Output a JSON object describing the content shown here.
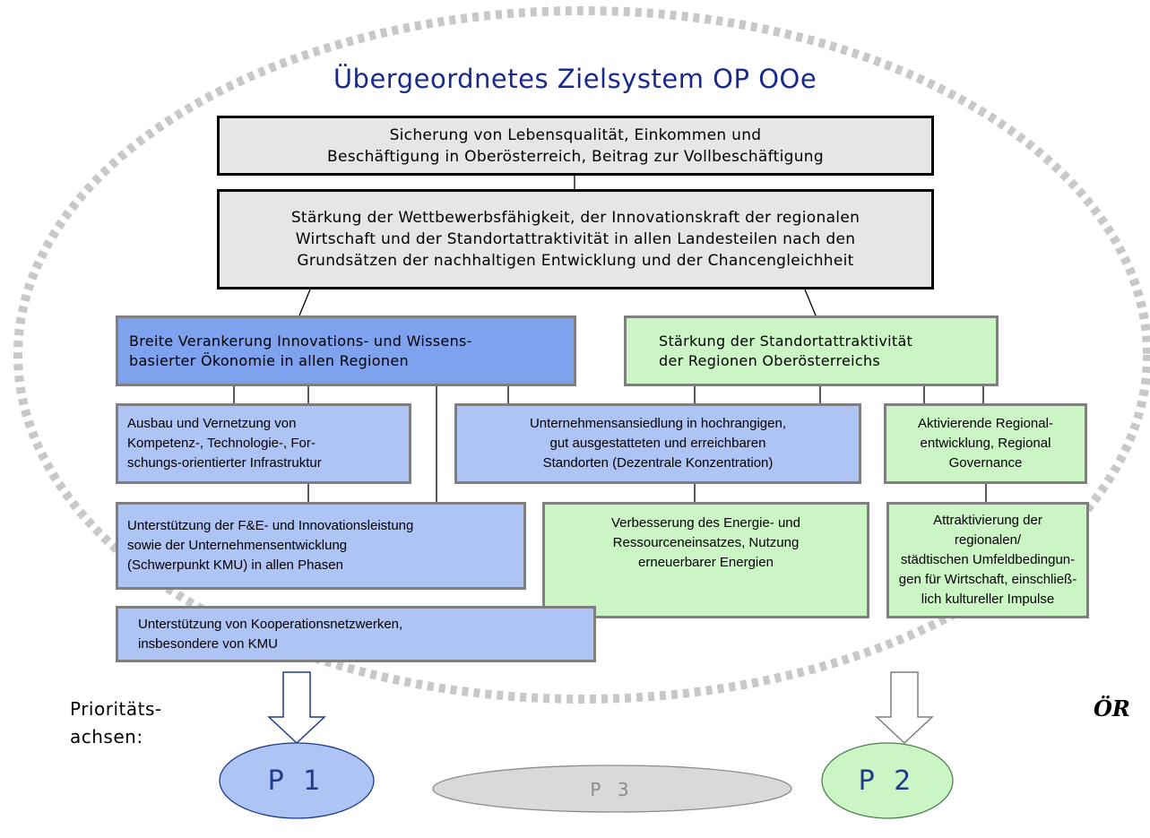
{
  "title": "Übergeordnetes Zielsystem OP OOe",
  "goal_top": "Sicherung von Lebensqualität, Einkommen und\nBeschäftigung in Oberösterreich, Beitrag zur Vollbeschäftigung",
  "goal_main": "Stärkung der Wettbewerbsfähigkeit, der Innovationskraft der regionalen\nWirtschaft und der Standortattraktivität in allen Landesteilen nach den\nGrundsätzen der nachhaltigen Entwicklung und der Chancengleichheit",
  "objective_innovation": "Breite Verankerung Innovations- und Wissens-\nbasierter Ökonomie in allen Regionen",
  "objective_location": "Stärkung der Standortattraktivität\nder Regionen Oberösterreichs",
  "measures": {
    "infrastructure": "Ausbau und Vernetzung von\nKompetenz-, Technologie-, For-\nschungs-orientierter Infrastruktur",
    "settlement": "Unternehmensansiedlung in hochrangigen,\ngut ausgestatteten und erreichbaren\nStandorten (Dezentrale Konzentration)",
    "regional_dev": "Aktivierende Regional-\nentwicklung, Regional\nGovernance",
    "rnd_support": "Unterstützung der F&E- und Innovationsleistung\nsowie der Unternehmensentwicklung\n(Schwerpunkt KMU) in allen Phasen",
    "energy": "Verbesserung des Energie- und\nRessourceneinsatzes, Nutzung\nerneuerbarer Energien",
    "urban": "Attraktivierung der regionalen/\nstädtischen Umfeldbedingun-\ngen für Wirtschaft, einschließ-\nlich kultureller Impulse",
    "cooperation": "Unterstützung von Kooperationsnetzwerken,\ninsbesondere  von KMU"
  },
  "axes_label": "Prioritäts-\nachsen:",
  "priorities": {
    "p1": "P 1",
    "p2": "P 2",
    "p3": "P 3"
  },
  "logo_text": "ÖR",
  "colors": {
    "title": "#1a2a8c",
    "objective_innovation": "#7fa2ee",
    "measure_blue": "#aec4f5",
    "measure_green": "#ccf5c6",
    "goal_gray": "#e6e6e6",
    "ellipse_dots": "#c8c8c8"
  }
}
